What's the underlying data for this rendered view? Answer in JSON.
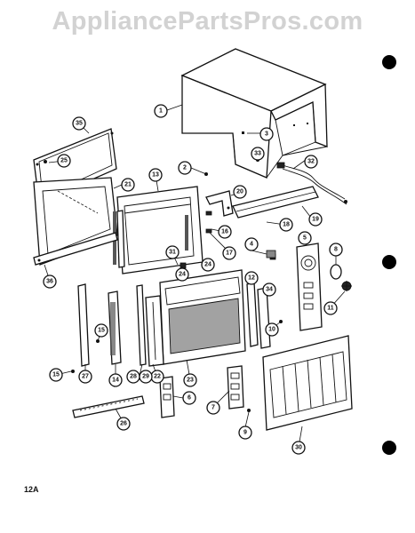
{
  "watermark": "AppliancePartsPros.com",
  "page_label": "12A",
  "callouts": [
    "1",
    "2",
    "3",
    "4",
    "5",
    "6",
    "7",
    "8",
    "9",
    "10",
    "11",
    "12",
    "13",
    "14",
    "15",
    "15",
    "16",
    "17",
    "18",
    "19",
    "20",
    "21",
    "22",
    "23",
    "24",
    "24",
    "25",
    "26",
    "27",
    "28",
    "29",
    "30",
    "31",
    "32",
    "33",
    "34",
    "35",
    "36"
  ]
}
